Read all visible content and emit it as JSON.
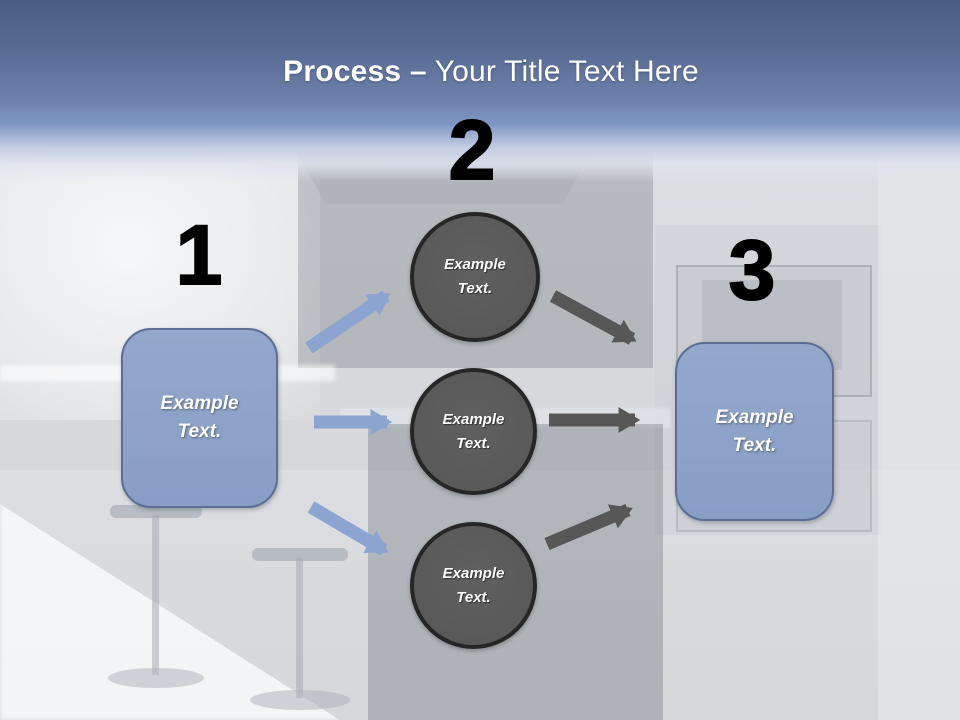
{
  "slide_title": {
    "emphasis": "Process –",
    "rest": " Your Title Text Here"
  },
  "steps": {
    "step1": {
      "number": "1",
      "box_label": "Example\nText."
    },
    "step2": {
      "number": "2",
      "circle_labels": [
        "Example\nText.",
        "Example\nText.",
        "Example\nText."
      ]
    },
    "step3": {
      "number": "3",
      "box_label": "Example\nText."
    }
  },
  "colors": {
    "header_top": "#4A5C81",
    "header_mid": "#8096C3",
    "title_text": "#FFFFFF",
    "number_text": "#000000",
    "box_fill": "#8EA3C9",
    "box_border": "#5D6E94",
    "circle_fill": "#5C5C5C",
    "circle_border": "#262626",
    "arrow_blue": "#8BA4D1",
    "arrow_gray": "#575757"
  }
}
